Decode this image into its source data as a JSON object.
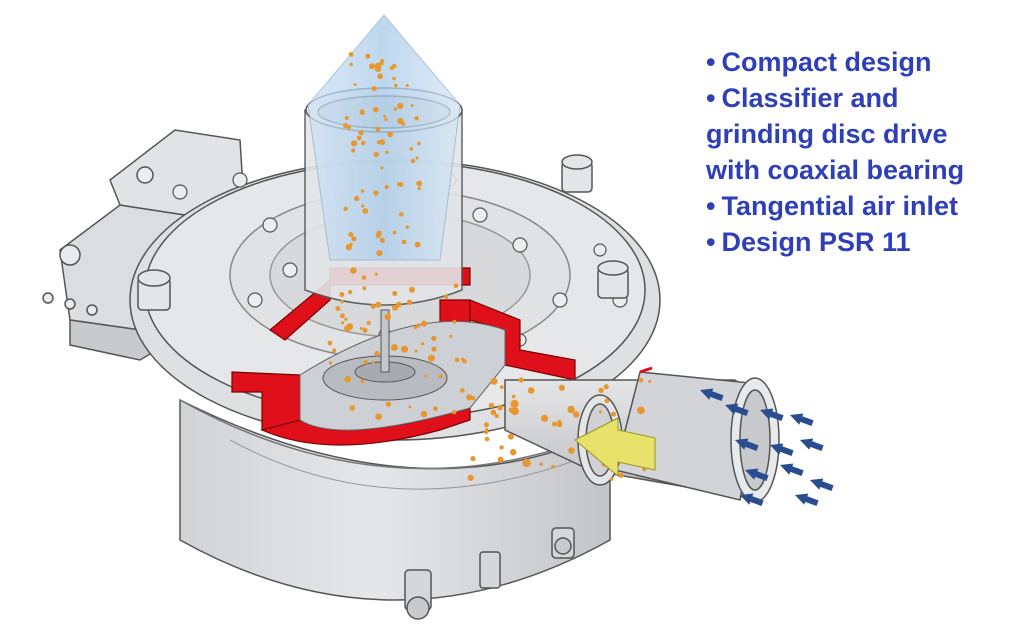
{
  "features": [
    {
      "lines": [
        "Compact design"
      ]
    },
    {
      "lines": [
        "Classifier and",
        "grinding disc drive",
        "with coaxial bearing"
      ]
    },
    {
      "lines": [
        "Tangential air inlet"
      ]
    },
    {
      "lines": [
        "Design PSR 11"
      ]
    }
  ],
  "bullet_char": "•",
  "colors": {
    "text": "#2f3fb8",
    "machine_body": "#d9dadc",
    "machine_shadow": "#bfc0c3",
    "outline": "#555555",
    "cutaway": "#e0101a",
    "particles": "#e8962e",
    "air_arrows": "#2a4d8f",
    "feed_arrow": "#e6e26a",
    "cone": "#b9d6ee"
  },
  "icons": [
    "outlet-cone-icon",
    "air-arrow-icon",
    "feed-arrow-icon"
  ]
}
